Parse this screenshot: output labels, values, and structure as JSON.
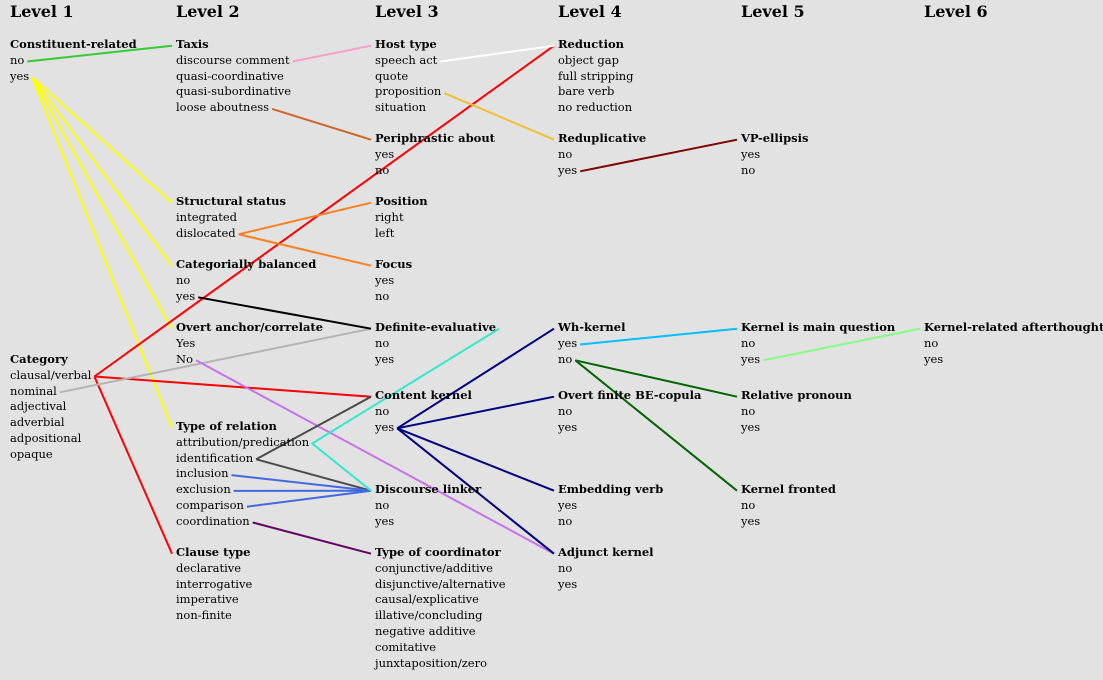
{
  "levels": [
    "Level 1",
    "Level 2",
    "Level 3",
    "Level 4",
    "Level 5",
    "Level 6"
  ],
  "nodes": {
    "constituent": {
      "title": "Constituent-related",
      "options": [
        "no",
        "yes"
      ]
    },
    "category": {
      "title": "Category",
      "options": [
        "clausal/verbal",
        "nominal",
        "adjectival",
        "adverbial",
        "adpositional",
        "opaque"
      ]
    },
    "taxis": {
      "title": "Taxis",
      "options": [
        "discourse comment",
        "quasi-coordinative",
        "quasi-subordinative",
        "loose aboutness"
      ]
    },
    "structural": {
      "title": "Structural status",
      "options": [
        "integrated",
        "dislocated"
      ]
    },
    "balanced": {
      "title": "Categorially balanced",
      "options": [
        "no",
        "yes"
      ]
    },
    "anchor": {
      "title": "Overt anchor/correlate",
      "options": [
        "Yes",
        "No"
      ]
    },
    "relation": {
      "title": "Type of relation",
      "options": [
        "attribution/predication",
        "identification",
        "inclusion",
        "exclusion",
        "comparison",
        "coordination"
      ]
    },
    "clausetype": {
      "title": "Clause type",
      "options": [
        "declarative",
        "interrogative",
        "imperative",
        "non-finite"
      ]
    },
    "host": {
      "title": "Host type",
      "options": [
        "speech act",
        "quote",
        "proposition",
        "situation"
      ]
    },
    "periphrastic": {
      "title": "Periphrastic about",
      "options": [
        "yes",
        "no"
      ]
    },
    "position": {
      "title": "Position",
      "options": [
        "right",
        "left"
      ]
    },
    "focus": {
      "title": "Focus",
      "options": [
        "yes",
        "no"
      ]
    },
    "definite": {
      "title": "Definite-evaluative",
      "options": [
        "no",
        "yes"
      ]
    },
    "content": {
      "title": "Content kernel",
      "options": [
        "no",
        "yes"
      ]
    },
    "linker": {
      "title": "Discourse linker",
      "options": [
        "no",
        "yes"
      ]
    },
    "coordinator": {
      "title": "Type of coordinator",
      "options": [
        "conjunctive/additive",
        "disjunctive/alternative",
        "causal/explicative",
        "illative/concluding",
        "negative additive",
        "comitative",
        "junxtaposition/zero"
      ]
    },
    "reduction": {
      "title": "Reduction",
      "options": [
        "object gap",
        "full stripping",
        "bare verb",
        "no reduction"
      ]
    },
    "reduplicative": {
      "title": "Reduplicative",
      "options": [
        "no",
        "yes"
      ]
    },
    "whkernel": {
      "title": "Wh-kernel",
      "options": [
        "yes",
        "no"
      ]
    },
    "finite": {
      "title": "Overt finite BE-copula",
      "options": [
        "no",
        "yes"
      ]
    },
    "embedding": {
      "title": "Embedding verb",
      "options": [
        "yes",
        "no"
      ]
    },
    "adjunct": {
      "title": "Adjunct kernel",
      "options": [
        "no",
        "yes"
      ]
    },
    "vpellipsis": {
      "title": "VP-ellipsis",
      "options": [
        "yes",
        "no"
      ]
    },
    "mainq": {
      "title": "Kernel is main question",
      "options": [
        "no",
        "yes"
      ]
    },
    "relpron": {
      "title": "Relative pronoun",
      "options": [
        "no",
        "yes"
      ]
    },
    "fronted": {
      "title": "Kernel fronted",
      "options": [
        "no",
        "yes"
      ]
    },
    "afterthought": {
      "title": "Kernel-related afterthought",
      "options": [
        "no",
        "yes"
      ]
    }
  },
  "edges": [
    {
      "color": "#33cc33",
      "from": "constituent.o0",
      "to": "taxis.t"
    },
    {
      "color": "#ffff00",
      "from": "constituent.o1",
      "to": "structural.t"
    },
    {
      "color": "#ffff00",
      "from": "constituent.o1",
      "to": "balanced.t"
    },
    {
      "color": "#ffff00",
      "from": "constituent.o1",
      "to": "anchor.t"
    },
    {
      "color": "#ffff00",
      "from": "constituent.o1",
      "to": "relation.t"
    },
    {
      "color": "#ff0000",
      "from": "category.o0",
      "to": "reduction.t"
    },
    {
      "color": "#ff0000",
      "from": "category.o0",
      "to": "content.t"
    },
    {
      "color": "#ff0000",
      "from": "category.o0",
      "to": "clausetype.t"
    },
    {
      "color": "#b3b3b3",
      "from": "category.o1",
      "to": "definite.t"
    },
    {
      "color": "#f4a0c8",
      "from": "taxis.o0",
      "to": "host.t"
    },
    {
      "color": "#d26428",
      "from": "taxis.o3",
      "to": "periphrastic.t"
    },
    {
      "color": "#ff7f1e",
      "from": "structural.o1",
      "to": "position.t"
    },
    {
      "color": "#ff7f1e",
      "from": "structural.o1",
      "to": "focus.t"
    },
    {
      "color": "#000000",
      "from": "balanced.o1",
      "to": "definite.t"
    },
    {
      "color": "#c870f0",
      "from": "anchor.o1",
      "to": "adjunct.t"
    },
    {
      "color": "#4a4a4a",
      "from": "relation.o1",
      "to": "content.t"
    },
    {
      "color": "#4a4a4a",
      "from": "relation.o1",
      "to": "linker.t"
    },
    {
      "color": "#4169e1",
      "from": "relation.o2",
      "to": "linker.t"
    },
    {
      "color": "#4169e1",
      "from": "relation.o3",
      "to": "linker.t"
    },
    {
      "color": "#4169e1",
      "from": "relation.o4",
      "to": "linker.t"
    },
    {
      "color": "#660066",
      "from": "relation.o5",
      "to": "coordinator.t"
    },
    {
      "color": "#ffffff",
      "from": "host.o0",
      "to": "reduction.t"
    },
    {
      "color": "#f0c030",
      "from": "host.o2",
      "to": "reduplicative.t"
    },
    {
      "color": "#30e8d0",
      "from": "definite.t",
      "via": "relation.o0",
      "to": "linker.t"
    },
    {
      "color": "#000080",
      "from": "content.o1",
      "to": "whkernel.t"
    },
    {
      "color": "#000080",
      "from": "content.o1",
      "to": "finite.t"
    },
    {
      "color": "#000080",
      "from": "content.o1",
      "to": "embedding.t"
    },
    {
      "color": "#000080",
      "from": "content.o1",
      "to": "adjunct.t"
    },
    {
      "color": "#800000",
      "from": "reduplicative.o1",
      "to": "vpellipsis.t"
    },
    {
      "color": "#00bfff",
      "from": "whkernel.o0",
      "to": "mainq.t"
    },
    {
      "color": "#006400",
      "from": "whkernel.o1",
      "to": "relpron.t"
    },
    {
      "color": "#006400",
      "from": "whkernel.o1",
      "to": "fronted.t"
    },
    {
      "color": "#80ff80",
      "from": "mainq.o1",
      "to": "afterthought.t"
    }
  ]
}
